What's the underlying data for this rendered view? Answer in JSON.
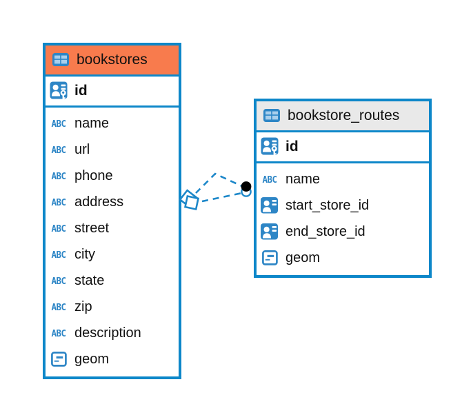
{
  "diagram": {
    "tables": [
      {
        "name": "bookstores",
        "header_color": "#f87b4d",
        "primary_key": {
          "label": "id",
          "icon": "primary-key"
        },
        "columns": [
          {
            "label": "name",
            "icon": "text"
          },
          {
            "label": "url",
            "icon": "text"
          },
          {
            "label": "phone",
            "icon": "text"
          },
          {
            "label": "address",
            "icon": "text"
          },
          {
            "label": "street",
            "icon": "text"
          },
          {
            "label": "city",
            "icon": "text"
          },
          {
            "label": "state",
            "icon": "text"
          },
          {
            "label": "zip",
            "icon": "text"
          },
          {
            "label": "description",
            "icon": "text"
          },
          {
            "label": "geom",
            "icon": "geometry"
          }
        ]
      },
      {
        "name": "bookstore_routes",
        "header_color": "#e9e9e9",
        "primary_key": {
          "label": "id",
          "icon": "primary-key"
        },
        "columns": [
          {
            "label": "name",
            "icon": "text"
          },
          {
            "label": "start_store_id",
            "icon": "foreign-key"
          },
          {
            "label": "end_store_id",
            "icon": "foreign-key"
          },
          {
            "label": "geom",
            "icon": "geometry"
          }
        ]
      }
    ],
    "relationships": [
      {
        "from_table": "bookstore_routes",
        "to_table": "bookstores",
        "line_style": "dashed",
        "source_marker": "black-dot",
        "target_marker": "stacked-squares"
      },
      {
        "from_table": "bookstore_routes",
        "to_table": "bookstores",
        "line_style": "dashed",
        "source_marker": "black-dot",
        "target_marker": "stacked-squares"
      }
    ],
    "colors": {
      "table_border_blue": "#0d87c9",
      "icon_blue": "#2e86c6",
      "selected_header_orange": "#f87b4d",
      "header_gray": "#e9e9e9",
      "relationship_line_blue": "#1c87c9",
      "text": "#111111",
      "canvas_background": "#ffffff"
    }
  }
}
